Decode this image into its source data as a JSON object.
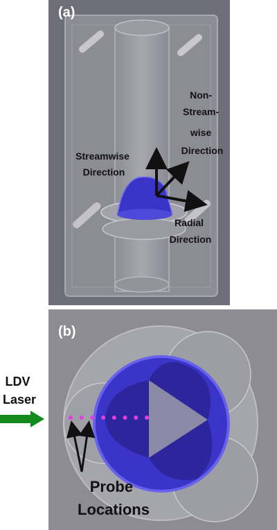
{
  "panel_a": {
    "label": "(a)",
    "streamwise": [
      "Streamwise",
      "Direction"
    ],
    "non_streamwise": [
      "Non-",
      "Stream-",
      "wise",
      "Direction"
    ],
    "radial": [
      "Radial",
      "Direction"
    ]
  },
  "panel_b": {
    "label": "(b)",
    "ldv_laser": [
      "LDV",
      "Laser"
    ],
    "probe_locations": [
      "Probe",
      "Locations"
    ],
    "probe_point_count": 8
  },
  "colors": {
    "panel_a_bg": "#6e6e78",
    "panel_b_bg": "#8c8c92",
    "valve_blue": "#3a35c8",
    "probe_magenta": "#e040e0",
    "laser_green": "#138a1e",
    "arrow_black": "#111111"
  }
}
